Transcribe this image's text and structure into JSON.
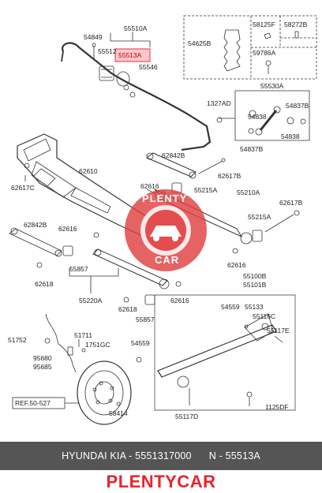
{
  "colors": {
    "line": "#333333",
    "highlight_box": "#e8505a",
    "highlight_fill": "#f8c8cc",
    "footer_bg": "#555555",
    "footer_text": "#ffffff",
    "brand": "#e8242c",
    "watermark": "#e03c3c"
  },
  "labels": {
    "p55510A": "55510A",
    "p54849": "54849",
    "p55512": "55512",
    "p55513A": "55513A",
    "p55546": "55546",
    "p54625B": "54625B",
    "p58125F": "58125F",
    "p58272B": "58272B",
    "p59786A": "59786A",
    "p55530A": "55530A",
    "p1327AD": "1327AD",
    "p54837B_top": "54837B",
    "p54838_mid": "54838",
    "p54837B_bot": "54837B",
    "p54838_bot": "54838",
    "p62842B_top": "62842B",
    "p62617B_top": "62617B",
    "p62617C": "62617C",
    "p62610": "62610",
    "p62616_a": "62616",
    "p55215A_a": "55215A",
    "p55210A": "55210A",
    "p62617B_right": "62617B",
    "p55215A_b": "55215A",
    "p62842B_left": "62842B",
    "p62616_b": "62616",
    "p55857_a": "55857",
    "p62618_a": "62618",
    "p62616_c": "62616",
    "p55100B": "55100B",
    "p55101B": "55101B",
    "p55220A": "55220A",
    "p62616_d": "62616",
    "p54559_a": "54559",
    "p55133": "55133",
    "p55116C": "55116C",
    "p62618_b": "62618",
    "p55857_b": "55857",
    "p55117E": "55117E",
    "p51711": "51711",
    "p54559_b": "54559",
    "p51752": "51752",
    "p1751GC": "1751GC",
    "p95680": "95680",
    "p95685": "95685",
    "pREF": "REF.50-527",
    "p1125DF": "1125DF",
    "p55117D": "55117D",
    "p58414": "58414"
  },
  "watermark": {
    "top_text": "PLENTY",
    "bottom_text": "CAR"
  },
  "footer": {
    "brand_part": "HYUNDAI  KIA - 5551317000",
    "ref_part": "N - 55513A"
  },
  "brand_name": "PLENTYCAR"
}
